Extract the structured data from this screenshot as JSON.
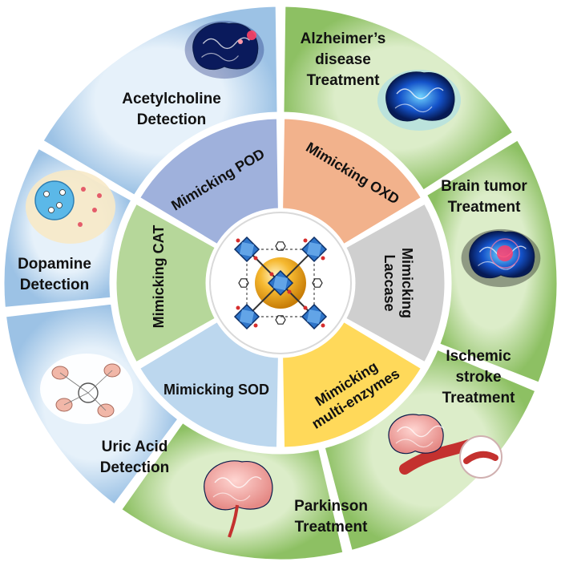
{
  "colors": {
    "detection": "#bcd7ee",
    "treatment": "#b6d79a",
    "pod": "#9fb1dc",
    "oxd": "#f2b28c",
    "laccase": "#cfcfcf",
    "multi": "#ffd95a",
    "sod": "#bcd7ee",
    "cat": "#b6d79a",
    "core": "#ffffff",
    "mof_node": "#2e74c8",
    "mof_sphere": "#f2a416"
  },
  "outer": [
    {
      "name": "acetylcholine",
      "lines": [
        "Acetylcholine",
        "Detection"
      ],
      "icon": "brain-network-icon"
    },
    {
      "name": "alzheimers",
      "lines": [
        "Alzheimer’s",
        "disease",
        "Treatment"
      ],
      "icon": "blue-brain-icon"
    },
    {
      "name": "brain-tumor",
      "lines": [
        "Brain tumor",
        "Treatment"
      ],
      "icon": "glowing-brain-icon"
    },
    {
      "name": "ischemic-stroke",
      "lines": [
        "Ischemic",
        "stroke",
        "Treatment"
      ],
      "icon": "blood-vessel-icon"
    },
    {
      "name": "parkinson",
      "lines": [
        "Parkinson",
        "Treatment"
      ],
      "icon": "red-brain-icon"
    },
    {
      "name": "uric-acid",
      "lines": [
        "Uric Acid",
        "Detection"
      ],
      "icon": "cell-sketch-icon"
    },
    {
      "name": "dopamine",
      "lines": [
        "Dopamine",
        "Detection"
      ],
      "icon": "sensor-particle-icon"
    }
  ],
  "inner": [
    {
      "name": "pod",
      "text": "Mimicking POD"
    },
    {
      "name": "oxd",
      "text": "Mimicking OXD"
    },
    {
      "name": "laccase",
      "lines": [
        "Mimicking",
        "Laccase"
      ]
    },
    {
      "name": "multi-enzymes",
      "lines": [
        "Mimicking",
        "multi-enzymes"
      ]
    },
    {
      "name": "sod",
      "text": "Mimicking SOD"
    },
    {
      "name": "cat",
      "text": "Mimicking CAT"
    }
  ],
  "center": {
    "icon": "mof-structure-icon"
  }
}
